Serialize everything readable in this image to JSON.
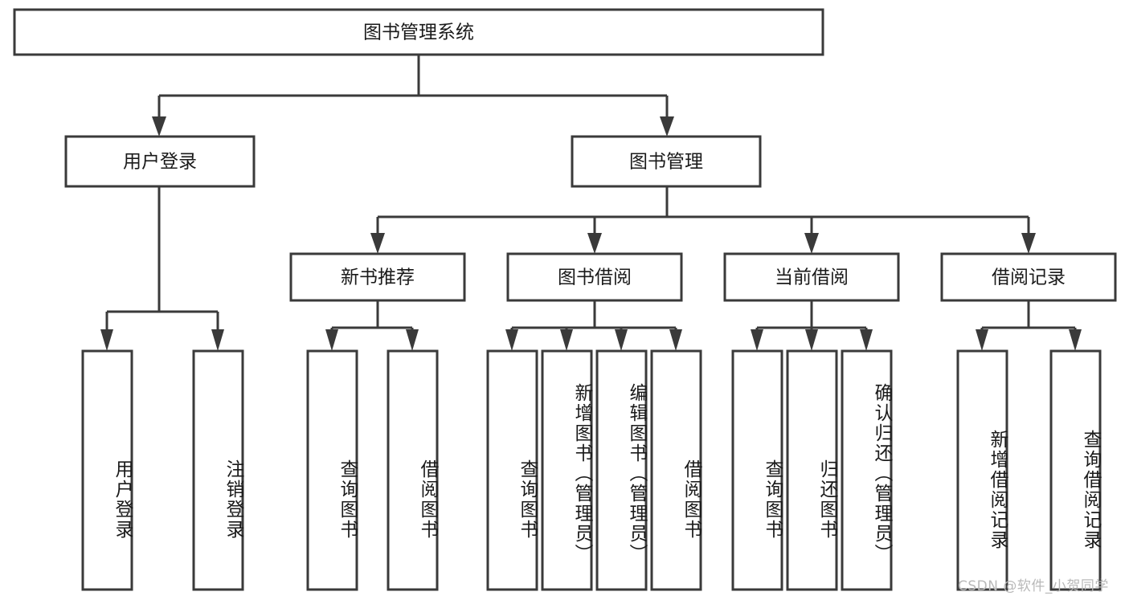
{
  "diagram": {
    "type": "tree-hierarchy",
    "root": {
      "id": "root",
      "label": "图书管理系统"
    },
    "level2": [
      {
        "id": "user-login",
        "label": "用户登录"
      },
      {
        "id": "book-manage",
        "label": "图书管理"
      }
    ],
    "level3": [
      {
        "id": "new-book-rec",
        "label": "新书推荐",
        "parent": "book-manage"
      },
      {
        "id": "book-borrow",
        "label": "图书借阅",
        "parent": "book-manage"
      },
      {
        "id": "current-borrow",
        "label": "当前借阅",
        "parent": "book-manage"
      },
      {
        "id": "borrow-record",
        "label": "借阅记录",
        "parent": "book-manage"
      }
    ],
    "leaves": [
      {
        "id": "leaf-user-login",
        "label": "用户登录",
        "parent": "user-login"
      },
      {
        "id": "leaf-user-logout",
        "label": "注销登录",
        "parent": "user-login"
      },
      {
        "id": "leaf-rec-query-book",
        "label": "查询图书",
        "parent": "new-book-rec"
      },
      {
        "id": "leaf-rec-borrow-book",
        "label": "借阅图书",
        "parent": "new-book-rec"
      },
      {
        "id": "leaf-borrow-query-book",
        "label": "查询图书",
        "parent": "book-borrow"
      },
      {
        "id": "leaf-borrow-add-book",
        "label": "新增图书（管理员）",
        "parent": "book-borrow"
      },
      {
        "id": "leaf-borrow-edit-book",
        "label": "编辑图书（管理员）",
        "parent": "book-borrow"
      },
      {
        "id": "leaf-borrow-borrow-book",
        "label": "借阅图书",
        "parent": "book-borrow"
      },
      {
        "id": "leaf-cur-query-book",
        "label": "查询图书",
        "parent": "current-borrow"
      },
      {
        "id": "leaf-cur-return-book",
        "label": "归还图书",
        "parent": "current-borrow"
      },
      {
        "id": "leaf-cur-confirm-return",
        "label": "确认归还（管理员）",
        "parent": "current-borrow"
      },
      {
        "id": "leaf-rec-add-record",
        "label": "新增借阅记录",
        "parent": "borrow-record"
      },
      {
        "id": "leaf-rec-query-record",
        "label": "查询借阅记录",
        "parent": "borrow-record"
      }
    ]
  },
  "watermark": {
    "text": "CSDN @软件_小贺同学"
  },
  "colors": {
    "stroke": "#3a3a3a",
    "fill": "#ffffff",
    "text": "#1a1a1a",
    "watermark": "#b9b9b9"
  }
}
